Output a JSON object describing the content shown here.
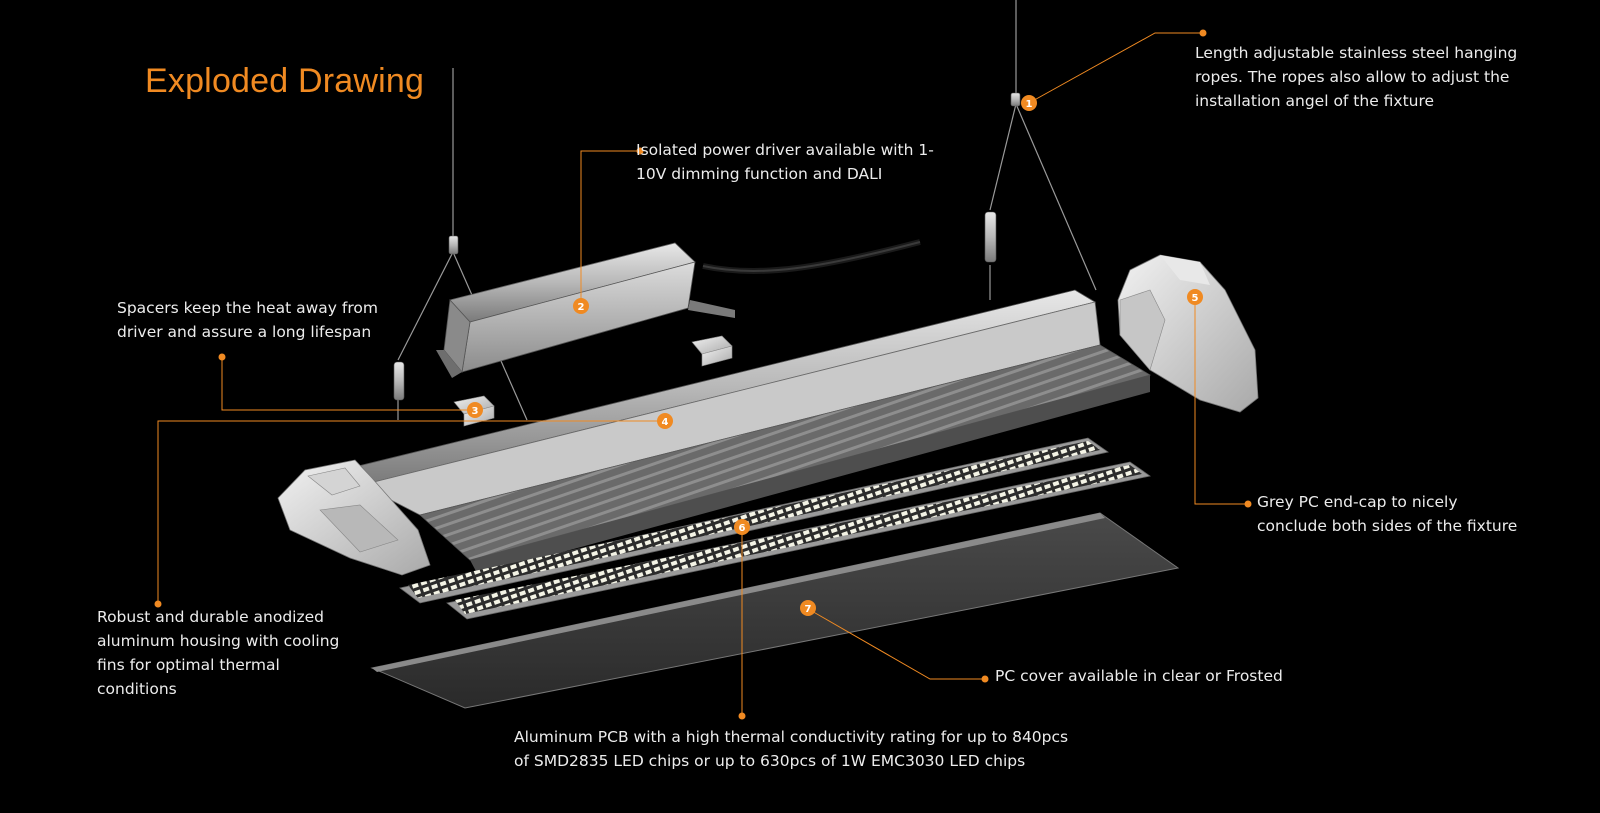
{
  "title": "Exploded Drawing",
  "colors": {
    "accent": "#f08a22",
    "background": "#000000",
    "text": "#ececec"
  },
  "callouts": [
    {
      "number": "1",
      "text": "Length adjustable stainless steel hanging ropes. The ropes also allow to adjust the installation angel of the fixture"
    },
    {
      "number": "2",
      "text": "Isolated power driver available with 1-10V dimming function and DALI"
    },
    {
      "number": "3",
      "text": "Spacers keep the heat away from driver and assure a long lifespan"
    },
    {
      "number": "4",
      "text": "Robust and durable anodized aluminum housing with cooling fins for optimal thermal conditions"
    },
    {
      "number": "5",
      "text": "Grey PC end-cap to nicely conclude both sides of the fixture"
    },
    {
      "number": "6",
      "text": "Aluminum PCB with a high thermal conductivity rating for up to 840pcs of SMD2835 LED chips or up to 630pcs of 1W EMC3030 LED chips"
    },
    {
      "number": "7",
      "text": "PC cover available in clear or Frosted"
    }
  ]
}
